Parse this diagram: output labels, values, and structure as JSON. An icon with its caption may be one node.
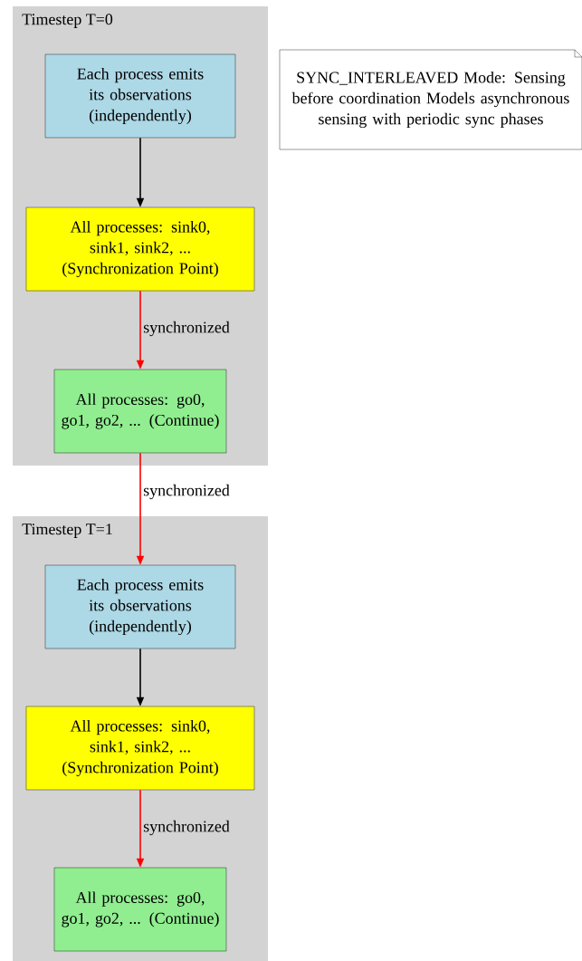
{
  "diagram": {
    "nodes": [
      {
        "text": [
          "Timestep T=0"
        ]
      },
      {
        "text": [
          "Each process emits its observations (independently)"
        ],
        "in": 0
      },
      {
        "text": [
          "All processes: sink0, sink1, sink2, ... (Synchronization Point)"
        ],
        "in": 0
      },
      {
        "text": [
          "All processes: go0, go1, go2, ... (Continue)"
        ],
        "in": 0
      },
      {
        "text": [
          "Timestep T=1"
        ]
      },
      {
        "text": [
          "Each process emits its observations (independently)"
        ],
        "in": 4
      },
      {
        "text": [
          "All processes: sink0, sink1, sink2, ... (Synchronization Point)"
        ],
        "in": 4
      },
      {
        "text": [
          "All processes: go0, go1, go2, ... (Continue)"
        ],
        "in": 4
      },
      {
        "text": [
          "SYNC_INTERLEAVED Mode: Sensing before coordination Models asynchronous sensing with periodic sync phases"
        ]
      }
    ],
    "edges": [
      {
        "from": 1,
        "to": 2,
        "arrow": "to",
        "color": "#000000"
      },
      {
        "from": 2,
        "to": 3,
        "arrow": "to",
        "label": "synchronized"
      },
      {
        "from": 3,
        "to": 5,
        "arrow": "to",
        "label": "synchronized"
      },
      {
        "from": 5,
        "to": 6,
        "arrow": "to",
        "color": "#000000"
      },
      {
        "from": 6,
        "to": 7,
        "arrow": "to",
        "label": "synchronized"
      }
    ]
  }
}
